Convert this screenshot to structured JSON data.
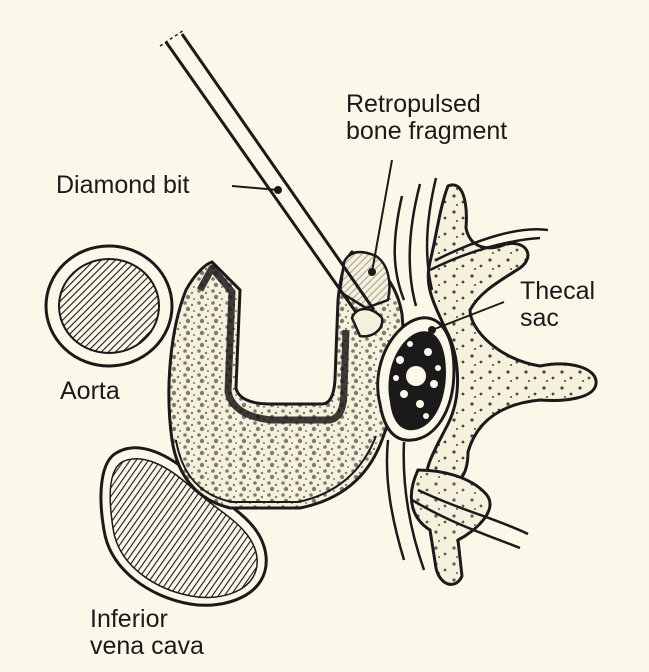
{
  "labels": {
    "diamond_bit": "Diamond bit",
    "retropulsed_line1": "Retropulsed",
    "retropulsed_line2": "bone fragment",
    "thecal_line1": "Thecal",
    "thecal_line2": "sac",
    "aorta": "Aorta",
    "ivc_line1": "Inferior",
    "ivc_line2": "vena cava"
  },
  "colors": {
    "background": "#fbf8e9",
    "ink": "#1a1a1a",
    "bone_fill": "#f5f1dd"
  }
}
